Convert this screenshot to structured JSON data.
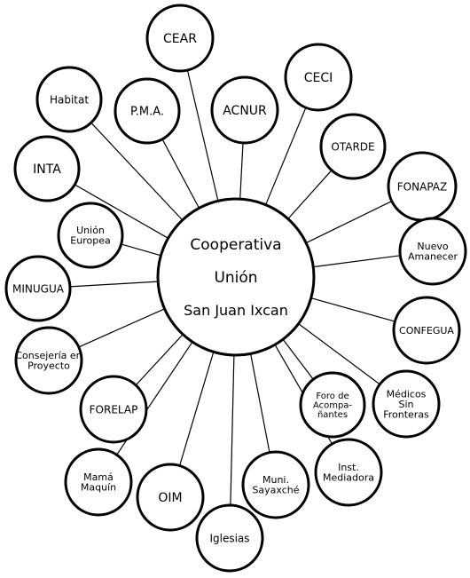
{
  "center": {
    "lines": [
      "Cooperativa",
      "Unión",
      "San Juan Ixcan"
    ]
  },
  "nodes": [
    {
      "id": "cear",
      "lines": [
        "CEAR"
      ]
    },
    {
      "id": "ceci",
      "lines": [
        "CECI"
      ]
    },
    {
      "id": "acnur",
      "lines": [
        "ACNUR"
      ]
    },
    {
      "id": "pma",
      "lines": [
        "P.M.A."
      ]
    },
    {
      "id": "habitat",
      "lines": [
        "Habitat"
      ]
    },
    {
      "id": "otarde",
      "lines": [
        "OTARDE"
      ]
    },
    {
      "id": "inta",
      "lines": [
        "INTA"
      ]
    },
    {
      "id": "fonapaz",
      "lines": [
        "FONAPAZ"
      ]
    },
    {
      "id": "union-europea",
      "lines": [
        "Unión",
        "Europea"
      ]
    },
    {
      "id": "nuevo-amanecer",
      "lines": [
        "Nuevo",
        "Amanecer"
      ]
    },
    {
      "id": "minugua",
      "lines": [
        "MINUGUA"
      ]
    },
    {
      "id": "confegua",
      "lines": [
        "CONFEGUA"
      ]
    },
    {
      "id": "consejeria-en-proyecto",
      "lines": [
        "Consejería en",
        "Proyecto"
      ]
    },
    {
      "id": "foro-acompanantes",
      "lines": [
        "Foro de",
        "Acompa-",
        "ñantes"
      ]
    },
    {
      "id": "medicos-sin-fronteras",
      "lines": [
        "Médicos",
        "Sin",
        "Fronteras"
      ]
    },
    {
      "id": "forelap",
      "lines": [
        "FORELAP"
      ]
    },
    {
      "id": "mama-maquin",
      "lines": [
        "Mamá",
        "Maquín"
      ]
    },
    {
      "id": "inst-mediadora",
      "lines": [
        "Inst.",
        "Mediadora"
      ]
    },
    {
      "id": "oim",
      "lines": [
        "OIM"
      ]
    },
    {
      "id": "muni-sayaxche",
      "lines": [
        "Muni.",
        "Sayaxché"
      ]
    },
    {
      "id": "iglesias",
      "lines": [
        "Iglesias"
      ]
    }
  ]
}
